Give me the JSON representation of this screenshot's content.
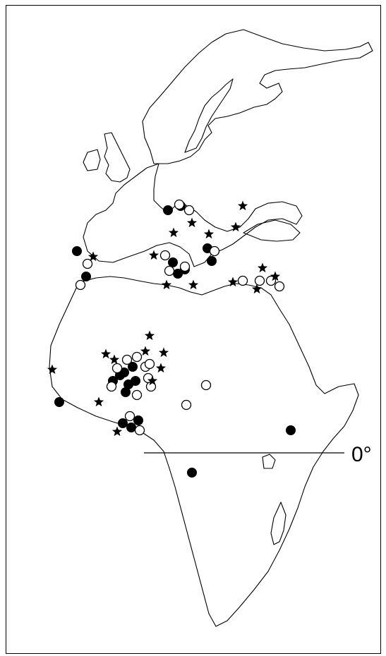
{
  "map": {
    "equator_label": "0°",
    "colors": {
      "ink": "#000000",
      "paper": "#ffffff"
    },
    "marker_types": [
      "filled-circle",
      "open-circle",
      "star"
    ]
  }
}
